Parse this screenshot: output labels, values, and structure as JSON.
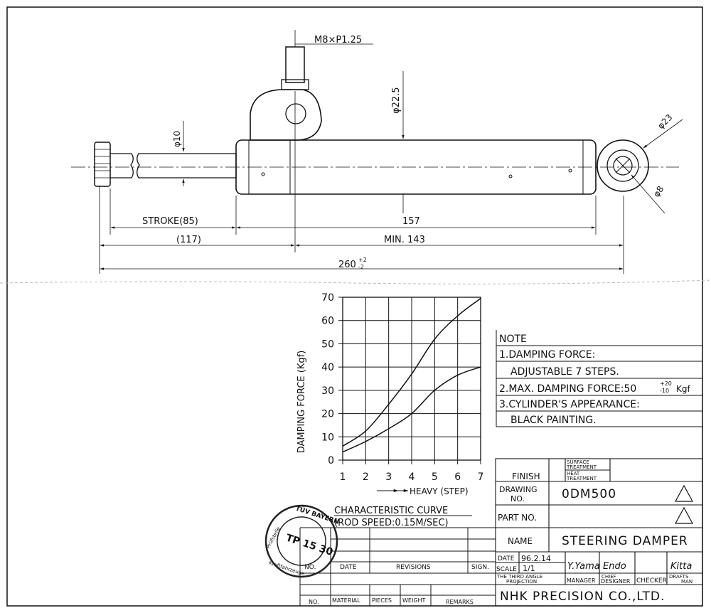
{
  "dimensions": {
    "thread": "M8×P1.25",
    "phi_22_5": "φ22.5",
    "phi_10": "φ10",
    "phi_23": "φ23",
    "phi_8": "φ8",
    "stroke": "STROKE(85)",
    "len_157": "157",
    "len_117": "(117)",
    "min_143": "MIN. 143",
    "total_260": "260",
    "tol_plus": "+2",
    "tol_minus": "-2"
  },
  "chart_data": {
    "type": "line",
    "x": [
      1,
      2,
      3,
      4,
      5,
      6,
      7
    ],
    "series": [
      {
        "values": [
          6,
          12.5,
          24,
          37,
          52,
          62,
          69.5
        ]
      },
      {
        "values": [
          3.5,
          8,
          13.5,
          20,
          30,
          36.5,
          40
        ]
      }
    ],
    "xticks": [
      "1",
      "2",
      "3",
      "4",
      "5",
      "6",
      "7"
    ],
    "yticks": [
      "0",
      "10",
      "20",
      "30",
      "40",
      "50",
      "60",
      "70"
    ],
    "xlabel": "HEAVY (STEP)",
    "ylabel": "DAMPING FORCE (Kgf)",
    "xlim": [
      1,
      7
    ],
    "ylim": [
      0,
      70
    ],
    "grid": true,
    "caption": "CHARACTERISTIC CURVE",
    "subcaption": "(ROD SPEED:0.15M/SEC)"
  },
  "notes": {
    "title": "NOTE",
    "line1": "1.DAMPING FORCE:",
    "line1b": "ADJUSTABLE 7 STEPS.",
    "line2": "2.MAX. DAMPING FORCE:50",
    "line2_tol_plus": "+20",
    "line2_tol_minus": "-10",
    "line2_unit": "Kgf",
    "line3": "3.CYLINDER'S APPEARANCE:",
    "line3b": "BLACK PAINTING."
  },
  "title_block": {
    "finish": "FINISH",
    "surface": "SURFACE",
    "treatment": "TREATMENT",
    "heat": "HEAT",
    "treatment2": "TREATMENT",
    "drawing": "DRAWING",
    "no": "NO.",
    "drawing_no": "0DM500",
    "part_no": "PART NO.",
    "name_label": "NAME",
    "name": "STEERING DAMPER",
    "date_label": "DATE",
    "date": "96.2.14",
    "scale_label": "SCALE",
    "scale": "1/1",
    "sig_manager": "Y.Yama",
    "sig_designer": "Endo",
    "sig_drafts": "Kitta",
    "projection1": "THE THIRD ANGLE",
    "projection2": "PROJECTION",
    "manager": "MANAGER",
    "chief1": "CHIEF",
    "designer": "DESIGNER",
    "checker": "CHECKER",
    "drafts1": "DRAFTS",
    "drafts2": "MAN",
    "company": "NHK PRECISION CO.,LTD."
  },
  "revision_block": {
    "no": "NO.",
    "date": "DATE",
    "revisions": "REVISIONS",
    "sign": "SIGN.",
    "no2": "NO.",
    "material": "MATERIAL",
    "pieces": "PIECES",
    "weight": "WEIGHT",
    "remarks": "REMARKS"
  },
  "stamp": {
    "org": "TÜV BAYERN",
    "side_left": "Prüfstelle",
    "side_bottom": "Kraftfahrzeuge",
    "code": "TP 15 30"
  }
}
